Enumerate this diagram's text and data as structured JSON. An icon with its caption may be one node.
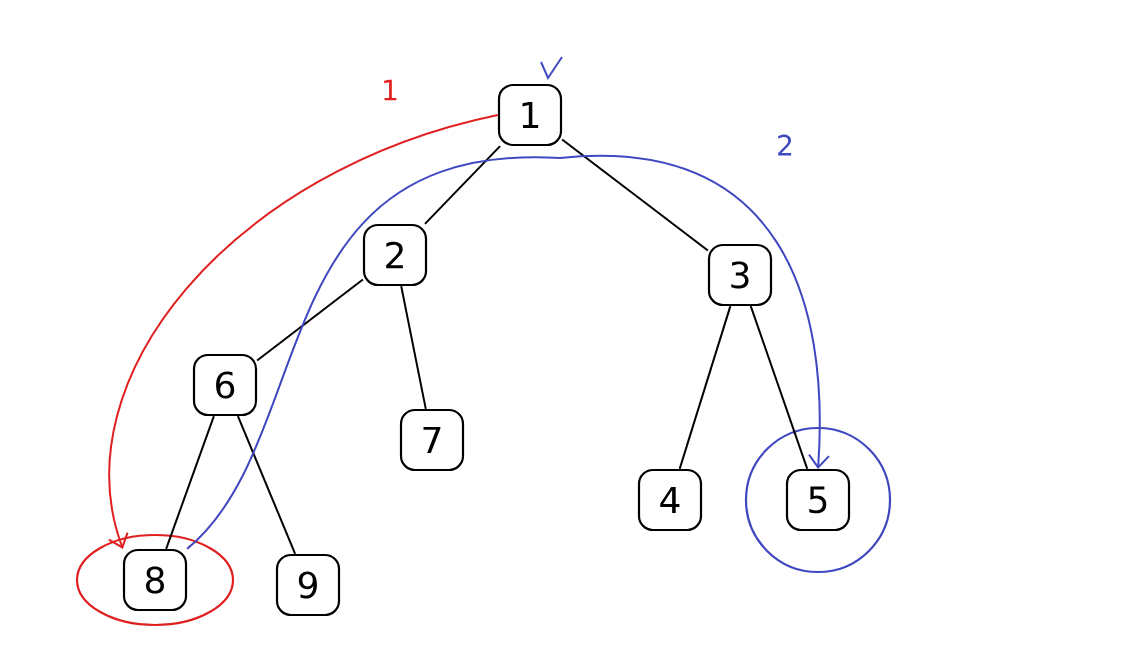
{
  "diagram": {
    "nodes": [
      {
        "text": [
          "1"
        ]
      },
      {
        "text": [
          "2"
        ]
      },
      {
        "text": [
          "3"
        ]
      },
      {
        "text": [
          "6"
        ]
      },
      {
        "text": [
          "7"
        ]
      },
      {
        "text": [
          "4"
        ]
      },
      {
        "text": [
          "5"
        ]
      },
      {
        "text": [
          "8"
        ]
      },
      {
        "text": [
          "9"
        ]
      }
    ],
    "edges": [
      {
        "from": 0,
        "to": 1,
        "arrow": "none"
      },
      {
        "from": 0,
        "to": 2,
        "arrow": "none"
      },
      {
        "from": 1,
        "to": 3,
        "arrow": "none"
      },
      {
        "from": 1,
        "to": 4,
        "arrow": "none"
      },
      {
        "from": 2,
        "to": 5,
        "arrow": "none"
      },
      {
        "from": 2,
        "to": 6,
        "arrow": "none"
      },
      {
        "from": 3,
        "to": 7,
        "arrow": "none"
      },
      {
        "from": 3,
        "to": 8,
        "arrow": "none"
      },
      {
        "from": 0,
        "to": 7,
        "arrow": "to",
        "label": "1",
        "color": "#e02020"
      },
      {
        "from": 7,
        "to": 6,
        "arrow": "to",
        "label": "2",
        "color": "#4048c0"
      }
    ]
  }
}
